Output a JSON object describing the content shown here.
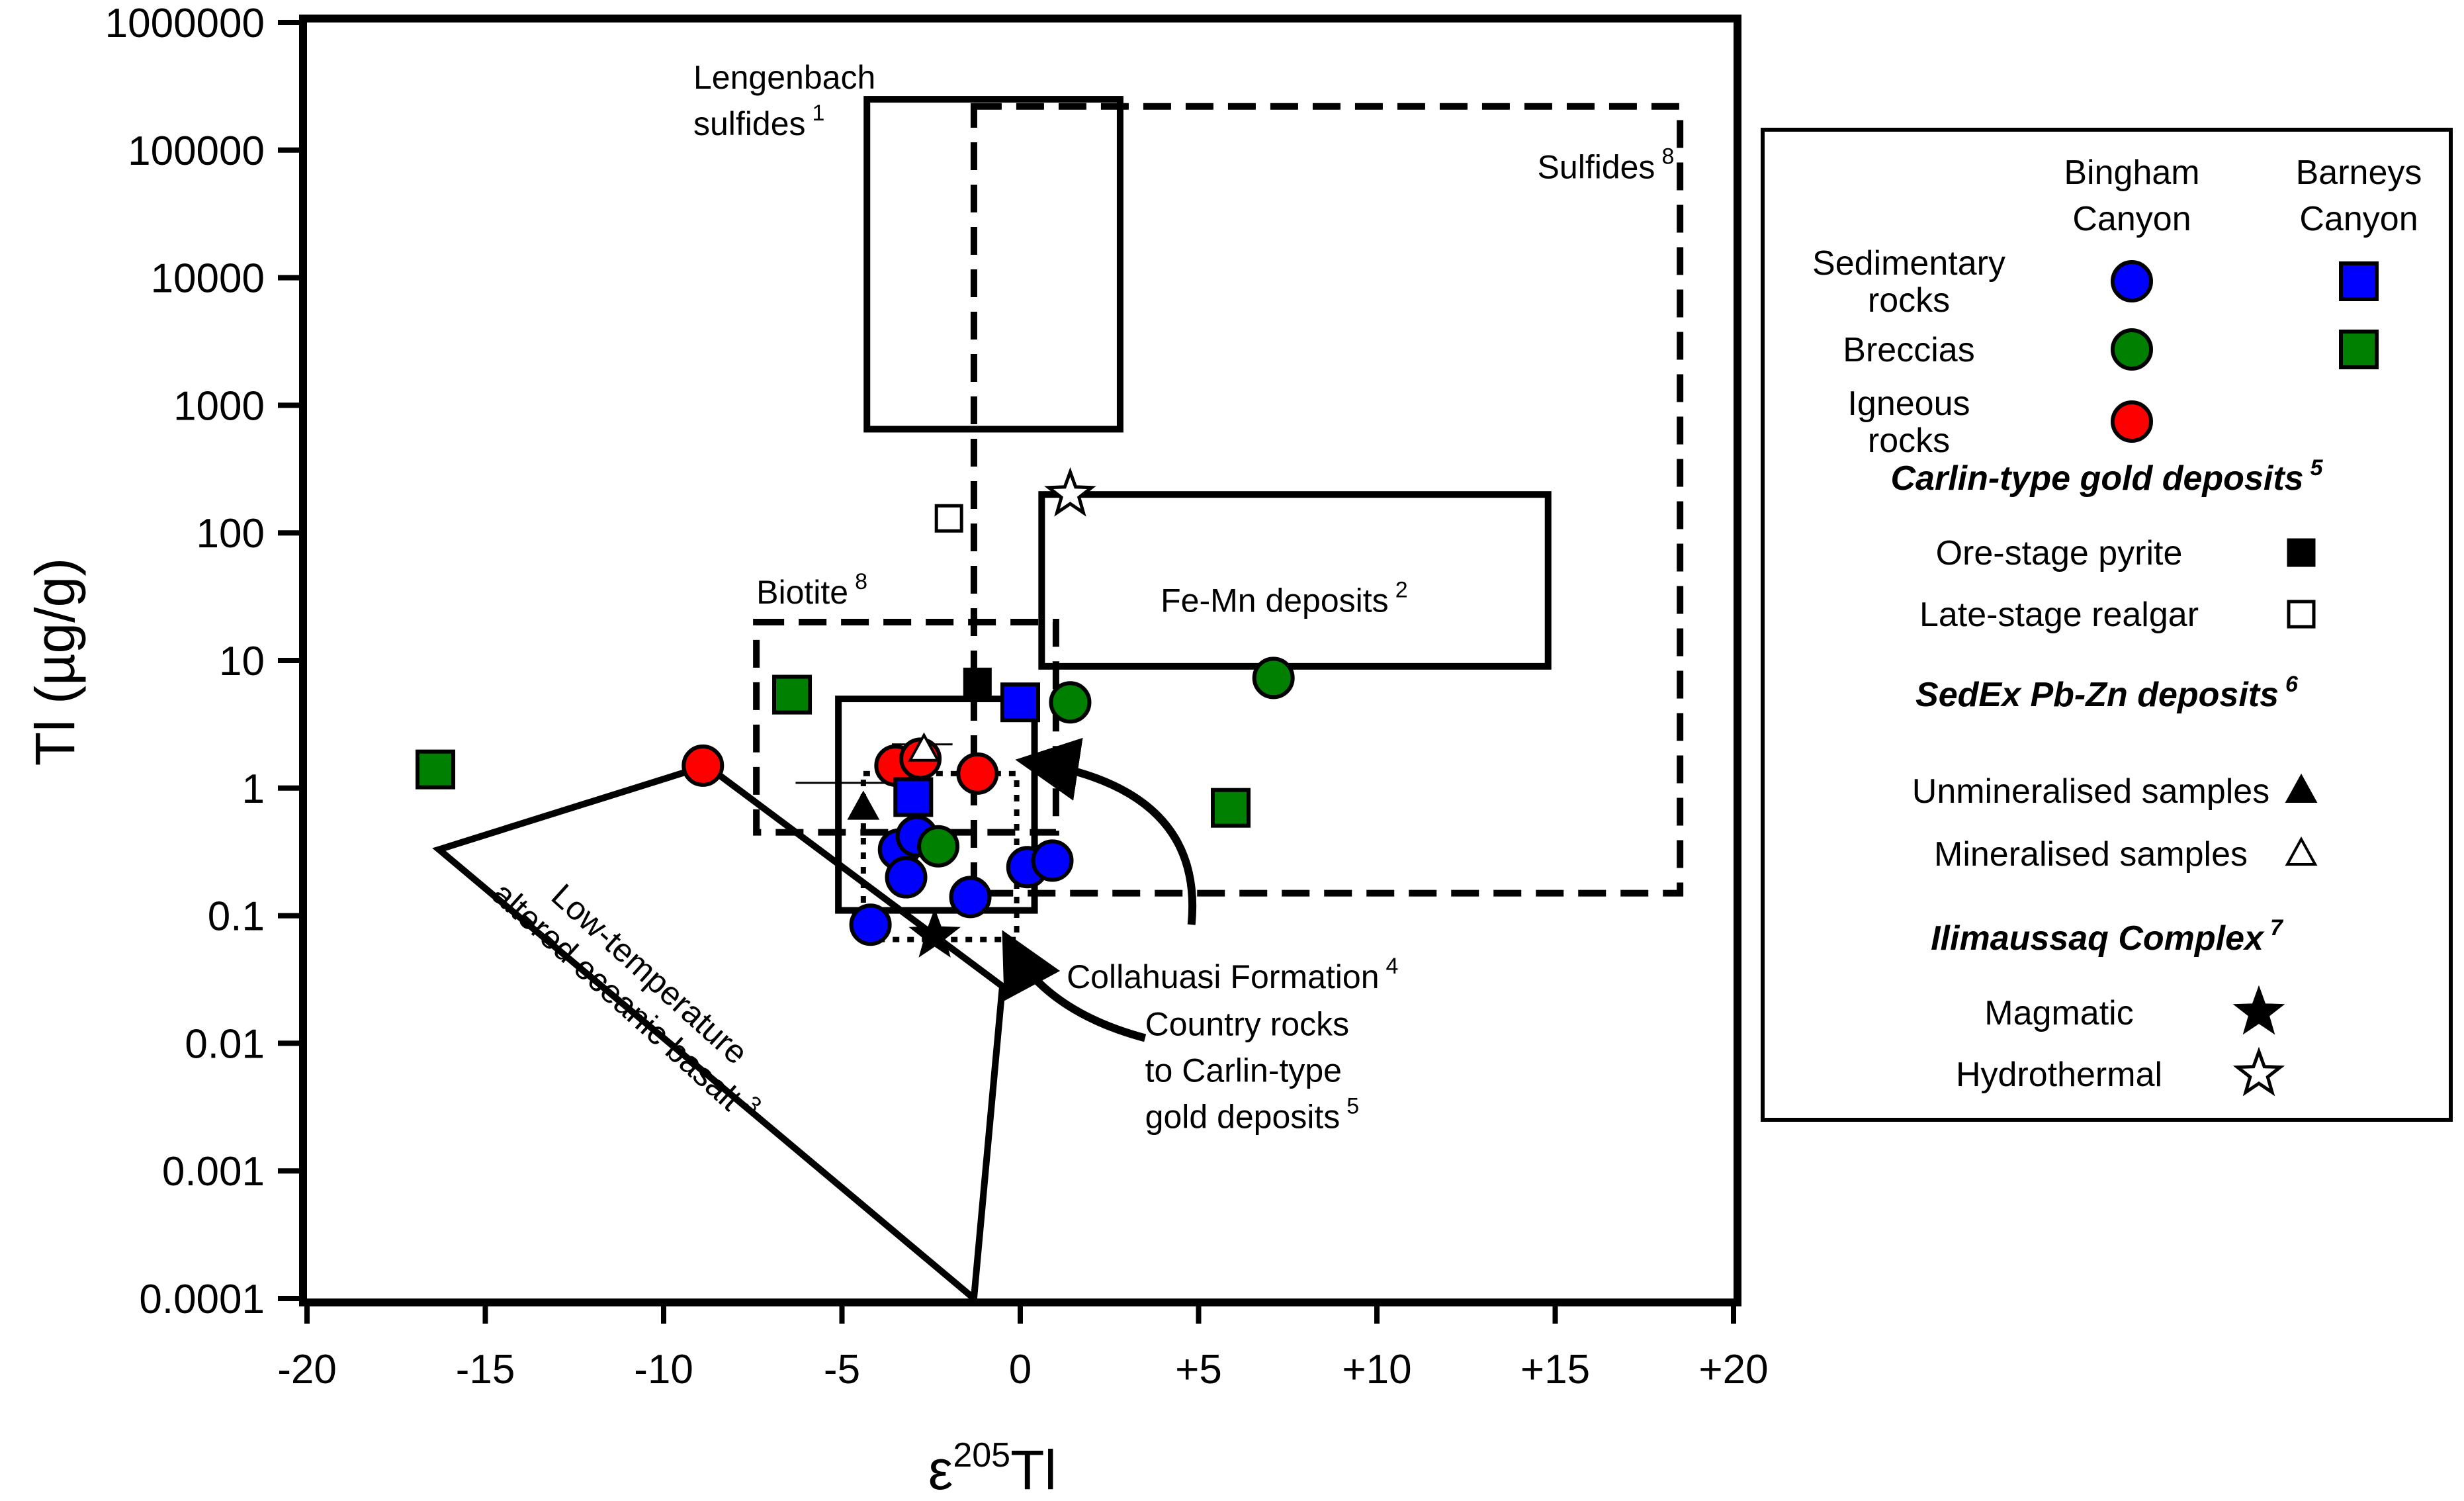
{
  "chart_data": {
    "type": "scatter",
    "xlabel": "ε",
    "xlabel_sup": "205",
    "xlabel_suffix": "Tl",
    "ylabel": "Tl (µg/g)",
    "xlim": [
      -20,
      20
    ],
    "ylim": [
      0.0001,
      1000000
    ],
    "y_scale": "log",
    "x_ticks": [
      -20,
      -15,
      -10,
      -5,
      0,
      5,
      10,
      15,
      20
    ],
    "x_tick_labels": [
      "-20",
      "-15",
      "-10",
      "-5",
      "0",
      "+5",
      "+10",
      "+15",
      "+20"
    ],
    "y_ticks": [
      1000000,
      100000,
      10000,
      1000,
      100,
      10,
      1,
      0.1,
      0.01,
      0.001,
      0.0001
    ],
    "y_tick_labels": [
      "1000000",
      "100000",
      "10000",
      "1000",
      "100",
      "10",
      "1",
      "0.1",
      "0.01",
      "0.001",
      "0.0001"
    ],
    "regions": [
      {
        "id": "lengenbach",
        "label": "Lengenbach\nsulfides",
        "sup": "1",
        "style": "solid",
        "x": [
          -4.3,
          2.8
        ],
        "y": [
          650,
          250000
        ]
      },
      {
        "id": "sulfides",
        "label": "Sulfides",
        "sup": "8",
        "style": "dashed",
        "x": [
          -1.3,
          18.5
        ],
        "y": [
          0.15,
          220000
        ]
      },
      {
        "id": "fe-mn",
        "label": "Fe-Mn deposits",
        "sup": "2",
        "style": "solid",
        "x": [
          0.6,
          14.8
        ],
        "y": [
          9,
          200
        ]
      },
      {
        "id": "biotite",
        "label": "Biotite",
        "sup": "8",
        "style": "dashed",
        "x": [
          -7.4,
          1.0
        ],
        "y": [
          0.45,
          20
        ]
      },
      {
        "id": "collahuasi",
        "label": "Collahuasi Formation",
        "sup": "4",
        "style": "solid",
        "x": [
          -5.1,
          0.4
        ],
        "y": [
          0.11,
          5
        ]
      },
      {
        "id": "country-rocks",
        "label": "Country rocks\nto Carlin-type\ngold deposits",
        "sup": "5",
        "style": "dotted",
        "x": [
          -4.4,
          -0.1
        ],
        "y": [
          0.065,
          1.3
        ]
      },
      {
        "id": "basalt",
        "label": "Low-temperature\naltered oceanic basalt",
        "sup": "3",
        "style": "solid-polygon",
        "polygon": [
          [
            -16.3,
            0.33
          ],
          [
            -8.8,
            1.5
          ],
          [
            -0.5,
            0.028
          ],
          [
            -1.3,
            0.0001
          ]
        ]
      }
    ],
    "series": [
      {
        "name": "Bingham Canyon — Sedimentary rocks",
        "marker": "circle",
        "color": "#0000ff",
        "x": [
          -4.2,
          -3.4,
          -3.2,
          -2.9,
          -1.4,
          0.2,
          0.9
        ],
        "y": [
          0.085,
          0.33,
          0.2,
          0.42,
          0.14,
          0.24,
          0.27
        ]
      },
      {
        "name": "Bingham Canyon — Breccias",
        "marker": "circle",
        "color": "#008000",
        "x": [
          -2.3,
          1.4,
          7.1
        ],
        "y": [
          0.35,
          4.7,
          7.3
        ]
      },
      {
        "name": "Bingham Canyon — Igneous rocks",
        "marker": "circle",
        "color": "#ff0000",
        "x": [
          -8.9,
          -3.5,
          -2.8,
          -1.2
        ],
        "y": [
          1.5,
          1.5,
          1.7,
          1.3
        ]
      },
      {
        "name": "Barneys Canyon — Sedimentary rocks",
        "marker": "square",
        "color": "#0000ff",
        "x": [
          0.0,
          -3.0
        ],
        "y": [
          4.7,
          0.85
        ]
      },
      {
        "name": "Barneys Canyon — Breccias",
        "marker": "square",
        "color": "#008000",
        "x": [
          -16.4,
          -6.4,
          5.9
        ],
        "y": [
          1.4,
          5.4,
          0.7
        ]
      },
      {
        "name": "Ore-stage pyrite",
        "marker": "square-small",
        "color": "#000000",
        "x": [
          -1.2
        ],
        "y": [
          6.8
        ]
      },
      {
        "name": "Late-stage realgar",
        "marker": "square-small-open",
        "color": "#ffffff",
        "x": [
          -2.0
        ],
        "y": [
          130
        ]
      },
      {
        "name": "Unmineralised samples",
        "marker": "triangle",
        "color": "#000000",
        "x": [
          -4.4
        ],
        "y": [
          0.7
        ]
      },
      {
        "name": "Mineralised samples",
        "marker": "triangle-open",
        "color": "#ffffff",
        "x": [
          -2.7
        ],
        "y": [
          2.0
        ]
      },
      {
        "name": "Magmatic",
        "marker": "star",
        "color": "#000000",
        "x": [
          -2.4
        ],
        "y": [
          0.07
        ]
      },
      {
        "name": "Hydrothermal",
        "marker": "star-open",
        "color": "#ffffff",
        "x": [
          1.4
        ],
        "y": [
          200
        ]
      }
    ],
    "arrows": [
      {
        "from": [
          4.8,
          0.085
        ],
        "to": [
          0.3,
          1.6
        ],
        "label_ref": "collahuasi"
      },
      {
        "from": [
          3.5,
          0.011
        ],
        "to": [
          -0.3,
          0.06
        ],
        "label_ref": "country-rocks"
      }
    ]
  },
  "legend": {
    "col_headers": [
      "Bingham\nCanyon",
      "Barneys\nCanyon"
    ],
    "rows": [
      {
        "label": "Sedimentary\nrocks",
        "left_marker": "circle",
        "right_marker": "square",
        "color": "#0000ff"
      },
      {
        "label": "Breccias",
        "left_marker": "circle",
        "right_marker": "square",
        "color": "#008000"
      },
      {
        "label": "Igneous\nrocks",
        "left_marker": "circle",
        "right_marker": null,
        "color": "#ff0000"
      }
    ],
    "groups": [
      {
        "heading": "Carlin-type gold deposits",
        "sup": "5",
        "items": [
          {
            "label": "Ore-stage pyrite",
            "marker": "square-small"
          },
          {
            "label": "Late-stage realgar",
            "marker": "square-small-open"
          }
        ]
      },
      {
        "heading": "SedEx Pb-Zn deposits",
        "sup": "6",
        "items": [
          {
            "label": "Unmineralised samples",
            "marker": "triangle"
          },
          {
            "label": "Mineralised samples",
            "marker": "triangle-open"
          }
        ]
      },
      {
        "heading": "Ilimaussaq Complex",
        "sup": "7",
        "items": [
          {
            "label": "Magmatic",
            "marker": "star"
          },
          {
            "label": "Hydrothermal",
            "marker": "star-open"
          }
        ]
      }
    ]
  }
}
